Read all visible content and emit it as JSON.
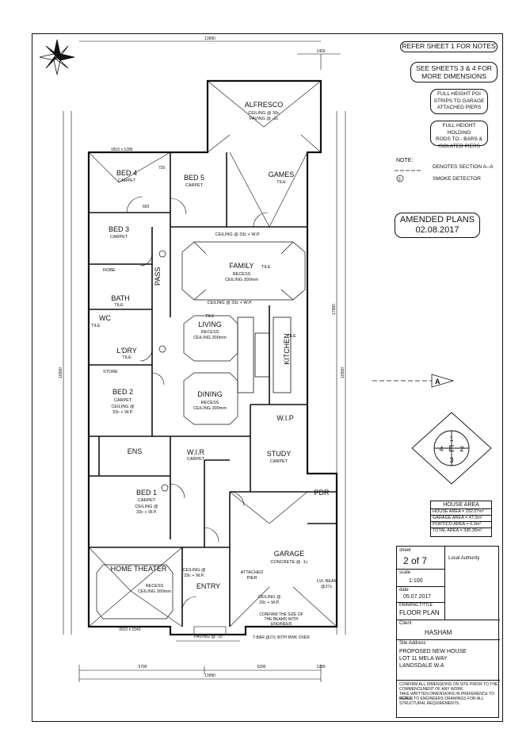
{
  "north_arrow": "north-arrow-icon",
  "notes_boxes": {
    "refer_notes": "REFER SHEET 1 FOR NOTES",
    "see_sheets": [
      "SEE SHEETS 3 & 4 FOR",
      "MORE DIMENSIONS"
    ],
    "pgi_strips": [
      "FULL HEIGHT PGI",
      "STRIPS TO GARAGE",
      "ATTACHED PIERS"
    ],
    "holding_rods": [
      "FULL HEIGHT HOLDING",
      "RODS TO - BARS &",
      "ISOLATED PIERS"
    ]
  },
  "legend": {
    "title": "NOTE:",
    "section_label": "DENOTES SECTION A--A",
    "smoke_symbol": "S",
    "smoke_label": "SMOKE DETECTOR"
  },
  "amended": {
    "line1": "AMENDED PLANS",
    "line2": "02.08.2017"
  },
  "section_marker": "A",
  "elevation_marker": {
    "top": "1",
    "right": "2",
    "bottom": "3",
    "left": "4",
    "center": "E"
  },
  "house_area": {
    "title": "HOUSE AREA",
    "rows": [
      "HOUSE AREA = 292.07m²",
      "GARAGE AREA = 47.0m²",
      "PORTICO AREA = 6.3m²",
      "TOTAL AREA = 345.36m²"
    ]
  },
  "title_block": {
    "sheet_label": "sheet",
    "sheet_value": "2 of 7",
    "scale_label": "scale",
    "scale_value": "1:100",
    "date_label": "date",
    "date_value": "05.07.2017",
    "drawing_title_label": "DRAWING TITTLE",
    "drawing_title": "FLOOR PLAN",
    "local_authority": "Local Authority",
    "client_label": "Client",
    "client": "HASHAM",
    "site_label": "Site Address",
    "site_lines": [
      "PROPOSED NEW HOUSE",
      "LOT 11 MELA WAY",
      "LANDSDALE W.A"
    ],
    "confirm_lines": [
      "CONFIRM ALL DIMENSIONS ON SITE PRIOR TO THE",
      "COMMENCEMENT OF ANY WORK.",
      "TAKE WRITTEN DIMENSIONS IN PREFERENCE TO SCALE.",
      "REFER TO ENGINEERS DRAWINGS FOR ALL",
      "STRUCTURAL REQUIREMENTS."
    ]
  },
  "dimensions": {
    "top_overall": "13990",
    "top_right": "1400",
    "bottom_overall": "13990",
    "bottom_left": "5790",
    "bottom_mid": "6290",
    "bottom_right": "1290",
    "left_overall": "16590",
    "right_overall": "16590",
    "right_mid": "17980"
  },
  "rooms": {
    "alfresco": [
      "ALFRESCO",
      "CEILING @ 30c",
      "PAVING @ -1c"
    ],
    "bed4": [
      "BED 4",
      "CARPET"
    ],
    "bed5": [
      "BED 5",
      "CARPET"
    ],
    "games": [
      "GAMES",
      "TILE"
    ],
    "bed3": [
      "BED 3",
      "CARPET"
    ],
    "family": [
      "FAMILY",
      "TILE",
      "RECESS",
      "CEILING 300mm"
    ],
    "living": [
      "LIVING",
      "TILE",
      "RECESS",
      "CEILING 300mm"
    ],
    "kitchen": [
      "KITCHEN",
      "TILE"
    ],
    "bath": [
      "BATH",
      "TILE"
    ],
    "wc": [
      "WC",
      "TILE"
    ],
    "ldry": [
      "L'DRY",
      "TILE"
    ],
    "bed2": [
      "BED 2",
      "CARPET",
      "CEILING @",
      "33c + W.P."
    ],
    "dining": [
      "DINING",
      "RECESS",
      "CEILING 300mm"
    ],
    "wip": [
      "W.I.P"
    ],
    "ens": [
      "ENS"
    ],
    "wir": [
      "W.I.R",
      "CARPET"
    ],
    "study": [
      "STUDY",
      "CARPET"
    ],
    "bed1": [
      "BED 1",
      "CARPET",
      "CEILING @",
      "33c + W.P."
    ],
    "pdr": [
      "PDR"
    ],
    "garage": [
      "GARAGE",
      "CONCRETE @ -1c"
    ],
    "home_theater": [
      "HOME THEATER",
      "RECESS",
      "CEILING 300mm"
    ],
    "entry": [
      "ENTRY",
      "CEILING @",
      "33c + W.P."
    ],
    "pass": [
      "PASS"
    ],
    "robe": "ROBE",
    "store": "STORE",
    "attached_pier": [
      "ATTACHED",
      "PIER"
    ],
    "confirm_beam": [
      "CONFIRM THE SIZE OF",
      "THE BEAMS WITH",
      "ENGINEER"
    ],
    "lvl_beam": [
      "LVL BEAM",
      "@27c"
    ],
    "t_bar": "T-BAR @27c WITH BWK OVER",
    "ceiling_family": "CEILING @ 33c + W.P.",
    "ceiling_living": "CEILING @ 33c + W.P.",
    "ceiling_ht": [
      "CEILING @",
      "33c + W.P."
    ],
    "paving": "PAVING @ -1c",
    "door_820": "820",
    "door_720": "720",
    "window_1810": "1810 x 1286",
    "window_3010": "3010 x 1543"
  }
}
